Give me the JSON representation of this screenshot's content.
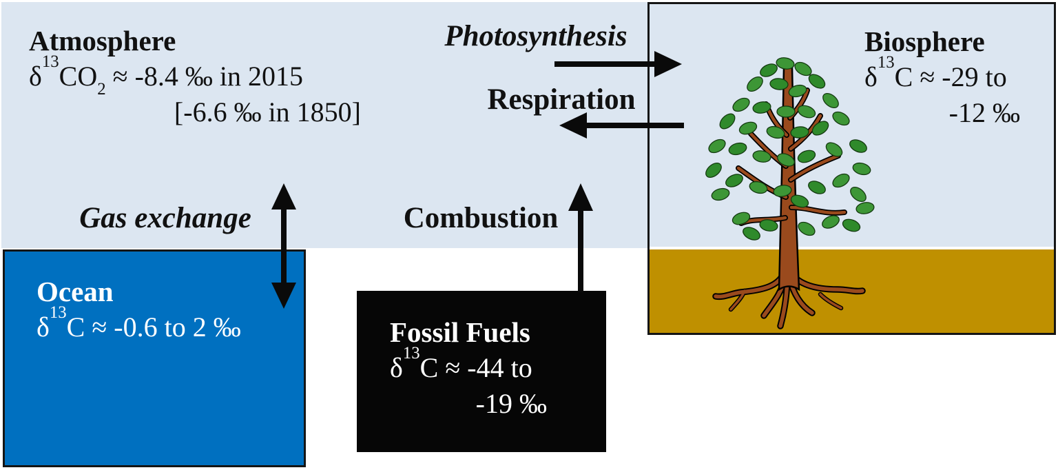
{
  "figure": {
    "type": "carbon-isotope-cycle-diagram",
    "reservoirs": {
      "atmosphere": {
        "title": "Atmosphere",
        "delta": "δ",
        "isotope_mass": "13",
        "species": "CO",
        "species_sub": "2",
        "value": " ≈ -8.4 ‰ in 2015",
        "value_line2": "[-6.6 ‰ in 1850]"
      },
      "biosphere": {
        "title": "Biosphere",
        "delta": "δ",
        "isotope_mass": "13",
        "species": "C",
        "value": " ≈ -29 to",
        "value_line2": "-12 ‰"
      },
      "ocean": {
        "title": "Ocean",
        "delta": "δ",
        "isotope_mass": "13",
        "species": "C",
        "value": " ≈ -0.6 to 2 ‰"
      },
      "fossil_fuels": {
        "title": "Fossil Fuels",
        "delta": "δ",
        "isotope_mass": "13",
        "species": "C",
        "value": " ≈ -44 to",
        "value_line2": "-19 ‰"
      }
    },
    "processes": {
      "photosynthesis": {
        "label": "Photosynthesis",
        "direction": "atmosphere → biosphere"
      },
      "respiration": {
        "label": "Respiration",
        "direction": "biosphere → atmosphere"
      },
      "gas_exchange": {
        "label": "Gas exchange",
        "direction": "atmosphere ↔ ocean"
      },
      "combustion": {
        "label": "Combustion",
        "direction": "fossil fuels → atmosphere"
      }
    },
    "colors": {
      "atmosphere_bg": "#dce6f1",
      "ocean_bg": "#0070c0",
      "ground": "#bf9000",
      "fossil_bg": "#060606",
      "arrow": "#0a0a0a",
      "tree_trunk": "#9a4a1d",
      "tree_leaf_dark": "#2f8a2b",
      "tree_leaf_light": "#3d9636"
    }
  }
}
